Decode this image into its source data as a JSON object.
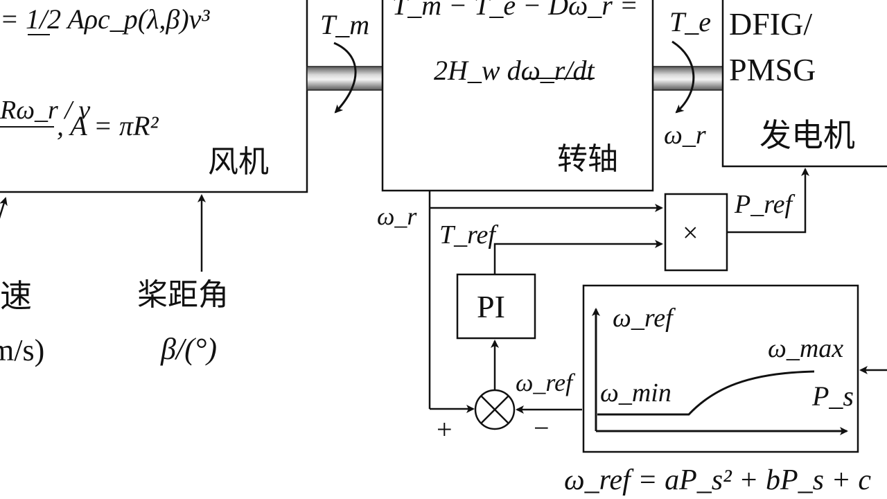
{
  "rotor": {
    "eq_power": "= 1/2 Aρc_p(λ,β)v³",
    "eq_tsr_left": "Rω_r / v",
    "eq_area": ", A = πR²",
    "label": "风机"
  },
  "shaft": {
    "eq_top": "T_m − T_e − Dω_r =",
    "eq_bottom": "2H_w dω_r/dt",
    "label": "转轴"
  },
  "generator": {
    "line1": "DFIG/",
    "line2": "PMSG",
    "label": "发电机"
  },
  "signals": {
    "Tm": "T_m",
    "Te": "T_e",
    "omega_r_gen": "ω_r",
    "omega_r_fb": "ω_r",
    "T_ref": "T_ref",
    "P_ref": "P_ref",
    "omega_ref_sum": "ω_ref",
    "plus": "+",
    "minus": "−"
  },
  "blocks": {
    "multiplier": "×",
    "pi": "PI"
  },
  "inputs": {
    "wind_speed_char": "速",
    "wind_speed_unit": "m/s)",
    "pitch_label": "桨距角",
    "pitch_unit": "β/(°)"
  },
  "lookup": {
    "y_axis": "ω_ref",
    "max": "ω_max",
    "min": "ω_min",
    "x_axis": "P_s",
    "formula": "ω_ref = aP_s² + bP_s + c"
  }
}
